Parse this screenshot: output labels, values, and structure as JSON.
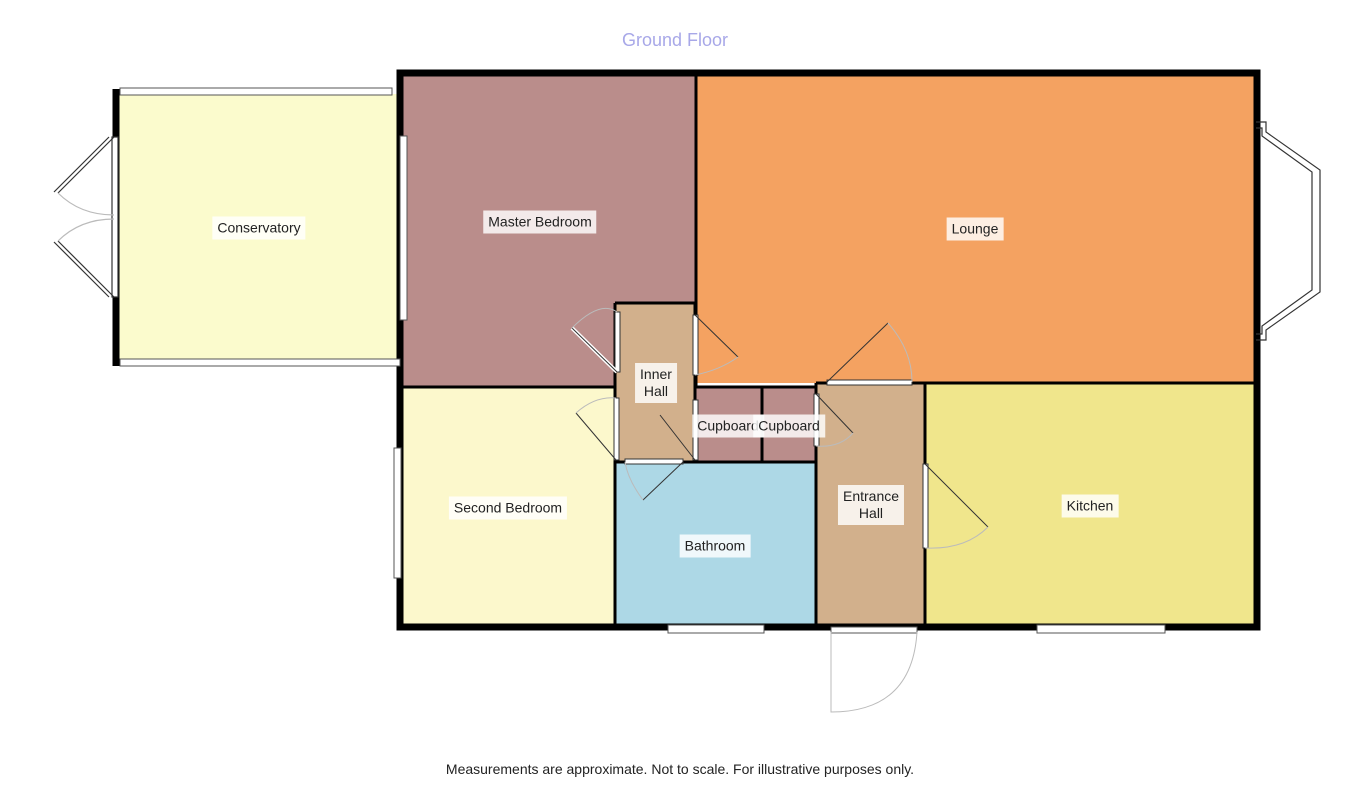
{
  "title": "Ground Floor",
  "disclaimer": "Measurements are approximate. Not to scale. For illustrative purposes only.",
  "rooms": {
    "conservatory": {
      "label": "Conservatory",
      "color": "#fbfbcd"
    },
    "master_bedroom": {
      "label": "Master Bedroom",
      "color": "#ba8d8b"
    },
    "lounge": {
      "label": "Lounge",
      "color": "#f4a261"
    },
    "inner_hall": {
      "label": "Inner\nHall",
      "color": "#d2b08c"
    },
    "cupboard_1": {
      "label": "Cupboard",
      "color": "#ba8d8b"
    },
    "cupboard_2": {
      "label": "Cupboard",
      "color": "#ba8d8b"
    },
    "second_bedroom": {
      "label": "Second Bedroom",
      "color": "#fcf8cc"
    },
    "bathroom": {
      "label": "Bathroom",
      "color": "#add8e6"
    },
    "entrance_hall": {
      "label": "Entrance\nHall",
      "color": "#d2b08c"
    },
    "kitchen": {
      "label": "Kitchen",
      "color": "#f0e68c"
    }
  },
  "colors": {
    "wall": "#000000",
    "title_text": "#a8a8e8"
  }
}
